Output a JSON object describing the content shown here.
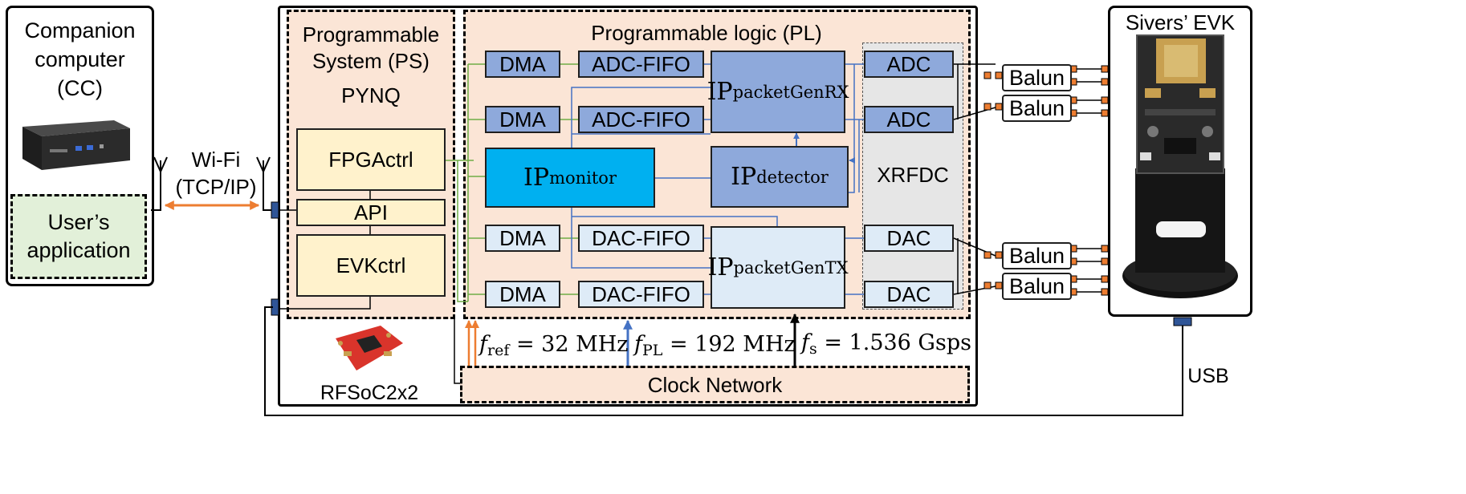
{
  "companion": {
    "title": "Companion\ncomputer\n(CC)",
    "app": "User’s\napplication"
  },
  "wifi": {
    "label": "Wi-Fi\n(TCP/IP)"
  },
  "ps": {
    "title": "Programmable\nSystem (PS)",
    "subtitle": "PYNQ",
    "fpgactrl": "FPGActrl",
    "api": "API",
    "evkctrl": "EVKctrl"
  },
  "pl": {
    "title": "Programmable logic (PL)",
    "dma": "DMA",
    "adc_fifo": "ADC-FIFO",
    "dac_fifo": "DAC-FIFO",
    "ip_prefix": "IP",
    "packet_gen_rx": "packetGenRX",
    "packet_gen_tx": "packetGenTX",
    "monitor": "monitor",
    "detector": "detector",
    "xrfdc": "XRFDC",
    "adc": "ADC",
    "dac": "DAC"
  },
  "clock": {
    "network": "Clock Network",
    "f_ref_sym": "f",
    "f_ref_sub": "ref",
    "f_ref_val": " = 32 MHz",
    "f_pl_sym": "f",
    "f_pl_sub": "PL",
    "f_pl_val": " = 192 MHz",
    "f_s_sym": "f",
    "f_s_sub": "s",
    "f_s_val": " = 1.536 Gsps"
  },
  "board": {
    "label": "RFSoC2x2"
  },
  "evk": {
    "title": "Sivers’ EVK",
    "balun": "Balun",
    "usb": "USB"
  },
  "colors": {
    "orange": "#ed7d31",
    "blue": "#4472c4",
    "green": "#70ad47",
    "peach": "#fbe5d6",
    "dark_blue": "#8ea9db",
    "light_blue": "#deebf7",
    "cyan": "#00b0f0",
    "yellow": "#fff2cc",
    "green_bg": "#e2f0d9",
    "gray": "#e6e6e6"
  }
}
